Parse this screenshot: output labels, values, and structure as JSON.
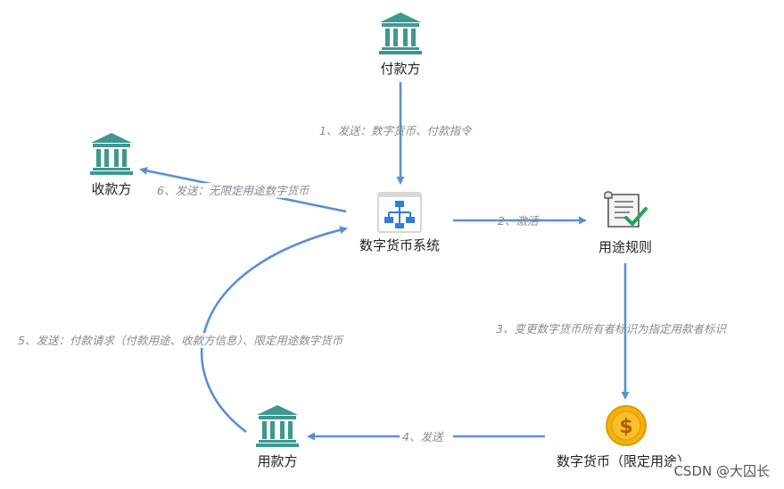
{
  "nodes": {
    "payer": "付款方",
    "payee": "收款方",
    "system": "数字货币系统",
    "rules": "用途规则",
    "user": "用款方",
    "currency": "数字货币（限定用途）"
  },
  "edges": {
    "e1": "1、发送：数字货币、付款指令",
    "e2": "2、激活",
    "e3": "3、变更数字货币所有者标识为指定用款者标识",
    "e4": "4、发送",
    "e5": "5、发送：付款请求（付款用途、收款方信息）、限定用途数字货币",
    "e6": "6、发送：无限定用途数字货币"
  },
  "watermark": "CSDN @大囚长",
  "colors": {
    "arrow": "#5b8fd6",
    "bank": "#3e9890",
    "system_icon": "#2f7fd0",
    "coin": "#f3b10c",
    "check": "#21a45a"
  }
}
